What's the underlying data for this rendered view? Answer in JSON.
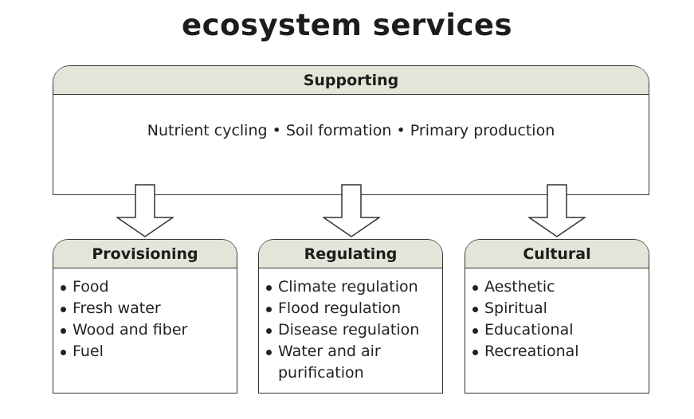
{
  "title": "ecosystem services",
  "supporting": {
    "label": "Supporting",
    "line": "Nutrient cycling • Soil formation • Primary production"
  },
  "categories": [
    {
      "label": "Provisioning",
      "items": [
        "Food",
        "Fresh water",
        "Wood and fiber",
        "Fuel"
      ]
    },
    {
      "label": "Regulating",
      "items": [
        "Climate regulation",
        "Flood regulation",
        "Disease regulation",
        "Water and air purification"
      ]
    },
    {
      "label": "Cultural",
      "items": [
        "Aesthetic",
        "Spiritual",
        "Educational",
        "Recreational"
      ]
    }
  ],
  "colors": {
    "header_fill": "#e4e5d8",
    "line": "#333333"
  }
}
